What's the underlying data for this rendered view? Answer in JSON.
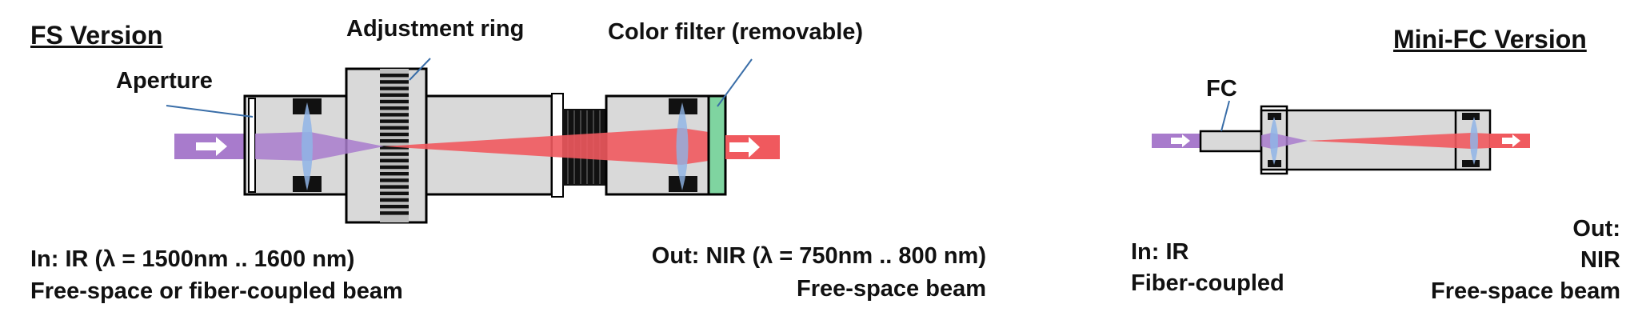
{
  "fs": {
    "title": "FS Version",
    "labels": {
      "aperture": "Aperture",
      "adjustment_ring": "Adjustment ring",
      "color_filter": "Color filter (removable)"
    },
    "input": {
      "line1": "In: IR (λ = 1500nm .. 1600 nm)",
      "line2": "Free-space or fiber-coupled beam"
    },
    "output": {
      "line1": "Out: NIR (λ = 750nm .. 800 nm)",
      "line2": "Free-space beam"
    }
  },
  "minifc": {
    "title": "Mini-FC Version",
    "labels": {
      "fc": "FC"
    },
    "input": {
      "line1": "In: IR",
      "line2": "Fiber-coupled"
    },
    "output": {
      "line1": "Out:",
      "line2": "NIR",
      "line3": "Free-space beam"
    }
  },
  "colors": {
    "ir_beam": "#a87bcc",
    "nir_beam": "#f0595e",
    "housing": "#d9d9d9",
    "lens": "#8fb4e6",
    "filter": "#7fd4a0",
    "leader": "#3a6ea8"
  }
}
